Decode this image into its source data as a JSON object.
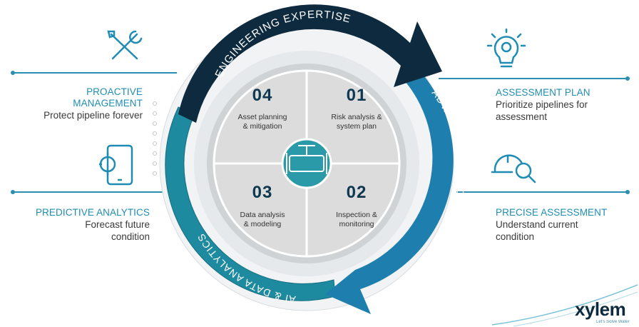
{
  "diagram": {
    "ring_labels": {
      "top": "ENGINEERING EXPERTISE",
      "right": "ADVANCED TECHNOLOGIES",
      "left": "AI & DATA ANALYTICS"
    },
    "quadrants": [
      {
        "number": "04",
        "label_line1": "Asset planning",
        "label_line2": "& mitigation"
      },
      {
        "number": "01",
        "label_line1": "Risk analysis &",
        "label_line2": "system plan"
      },
      {
        "number": "03",
        "label_line1": "Data analysis",
        "label_line2": "& modeling"
      },
      {
        "number": "02",
        "label_line1": "Inspection &",
        "label_line2": "monitoring"
      }
    ],
    "center_icon": "pipeline-valve-icon"
  },
  "callouts": {
    "proactive": {
      "title_line1": "PROACTIVE",
      "title_line2": "MANAGEMENT",
      "desc_line1": "Protect pipeline forever",
      "icon": "tools-icon"
    },
    "predictive": {
      "title": "PREDICTIVE ANALYTICS",
      "desc_line1": "Forecast future",
      "desc_line2": "condition",
      "icon": "tablet-gear-icon"
    },
    "assessment_plan": {
      "title": "ASSESSMENT PLAN",
      "desc_line1": "Prioritize pipelines for",
      "desc_line2": "assessment",
      "icon": "lightbulb-gear-icon"
    },
    "precise": {
      "title": "PRECISE ASSESSMENT",
      "desc_line1": "Understand current",
      "desc_line2": "condition",
      "icon": "hardhat-magnifier-icon"
    }
  },
  "logo": {
    "text": "xylem",
    "tagline": "Let's Solve Water"
  },
  "colors": {
    "accent": "#2a8fb3",
    "navy": "#0e2a3e",
    "teal": "#1d8aa0",
    "blue": "#1e7fae",
    "quadrant": "#dcdcdc"
  }
}
